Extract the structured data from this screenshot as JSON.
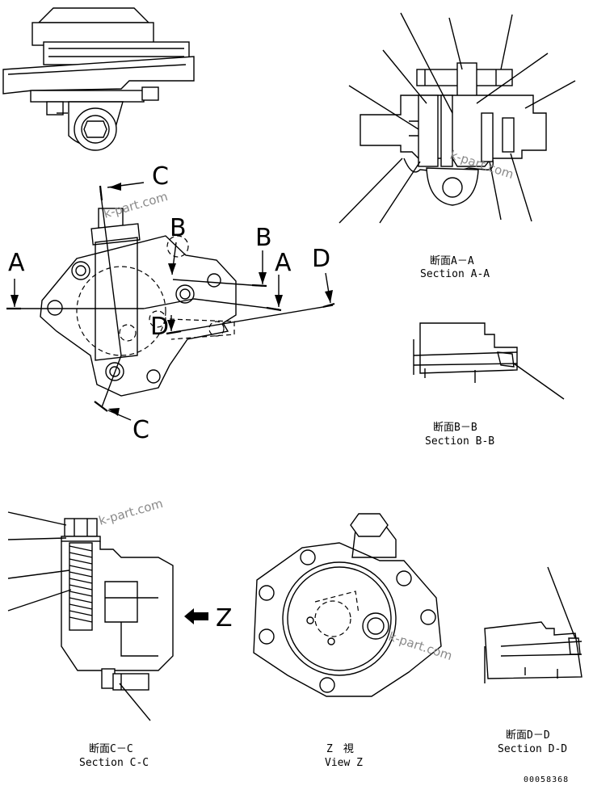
{
  "section_letters": {
    "a_left": "A",
    "a_right": "A",
    "b_top": "B",
    "b_right": "B",
    "c_top": "C",
    "c_bottom": "C",
    "d_right": "D",
    "d_center": "D",
    "z_view": "Z"
  },
  "captions": {
    "aa_jp": "断面A－A",
    "aa_en": "Section A-A",
    "bb_jp": "断面B－B",
    "bb_en": "Section B-B",
    "cc_jp": "断面C－C",
    "cc_en": "Section C-C",
    "z_jp": "Z　視",
    "z_en": "View Z",
    "dd_jp": "断面D－D",
    "dd_en": "Section D-D"
  },
  "watermark": "k-part.com",
  "drawing_number": "00058368",
  "icons": {
    "view_arrow": "left-arrow-icon"
  }
}
